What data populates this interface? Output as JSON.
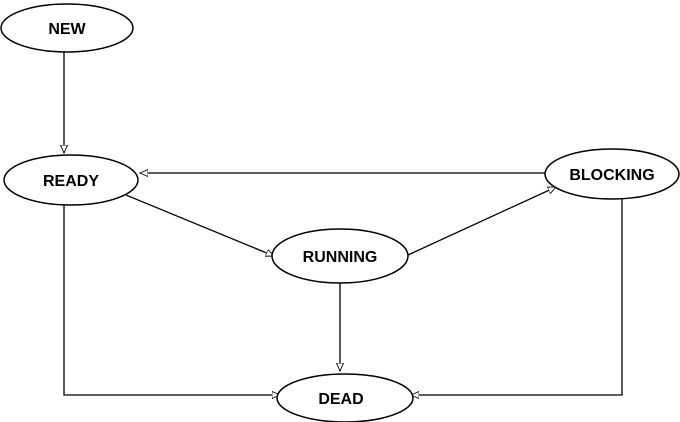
{
  "diagram": {
    "states": [
      {
        "id": "new",
        "label": "NEW"
      },
      {
        "id": "ready",
        "label": "READY"
      },
      {
        "id": "running",
        "label": "RUNNING"
      },
      {
        "id": "blocking",
        "label": "BLOCKING"
      },
      {
        "id": "dead",
        "label": "DEAD"
      }
    ],
    "transitions": [
      {
        "from": "NEW",
        "to": "READY"
      },
      {
        "from": "READY",
        "to": "RUNNING"
      },
      {
        "from": "READY",
        "to": "DEAD"
      },
      {
        "from": "RUNNING",
        "to": "BLOCKING"
      },
      {
        "from": "RUNNING",
        "to": "DEAD"
      },
      {
        "from": "BLOCKING",
        "to": "READY"
      },
      {
        "from": "BLOCKING",
        "to": "DEAD"
      }
    ]
  }
}
